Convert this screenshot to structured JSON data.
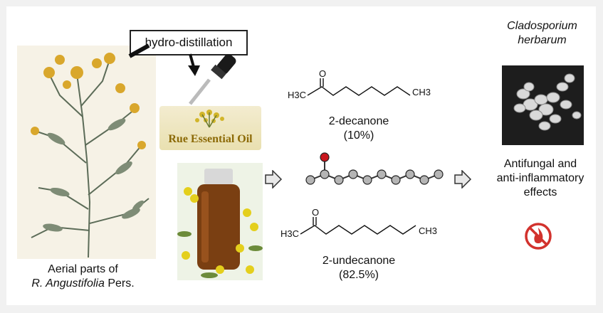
{
  "process": {
    "label": "hydro-distillation"
  },
  "plant": {
    "caption_line1": "Aerial parts of",
    "caption_line2_italic": "R. Angustifolia",
    "caption_line2_rest": " Pers."
  },
  "oil": {
    "banner_text": "Rue Essential Oil"
  },
  "compounds": [
    {
      "name": "2-decanone",
      "percent": "(10%)",
      "left_group": "H3C",
      "right_group": "CH3",
      "heteroatom": "O"
    },
    {
      "name": "2-undecanone",
      "percent": "(82.5%)",
      "left_group": "H3C",
      "right_group": "CH3",
      "heteroatom": "O"
    }
  ],
  "organism": {
    "line1": "Cladosporium",
    "line2": "herbarum"
  },
  "effects": {
    "line1": "Antifungal and",
    "line2": "anti-inflammatory",
    "line3": "effects"
  },
  "colors": {
    "oxygen_atom": "#c8161d",
    "carbon_atom": "#b5b5b5",
    "arrow_fill": "#e8e8e8",
    "banner_text": "#8c6a07",
    "no_fire_icon": "#d2322d"
  },
  "icons": {
    "dropper": "dropper-icon",
    "no_fire": "no-fire-icon",
    "arrow": "right-arrow-icon"
  }
}
